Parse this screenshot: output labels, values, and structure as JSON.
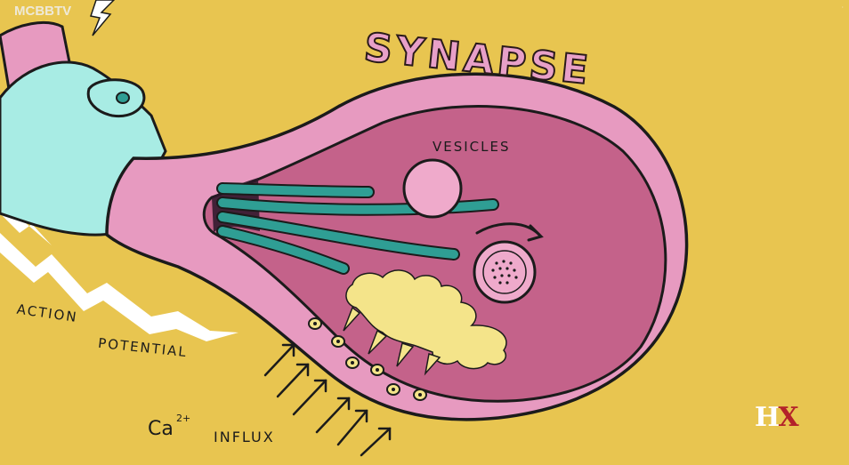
{
  "watermark": "MCBBTV",
  "title": "SYNAPSE",
  "labels": {
    "vesicles": "VESICLES",
    "action_potential_line1": "ACTION",
    "action_potential_line2": "POTENTIAL",
    "ca": "Ca",
    "ca_charge": "2+",
    "influx": "INFLUX"
  },
  "logo": {
    "h": "H",
    "x": "X"
  },
  "colors": {
    "background": "#e8c550",
    "membrane": "#e79ac0",
    "interior": "#c4628a",
    "filament": "#2f9e94",
    "axon_sheath": "#a8ece4",
    "vesicle": "#efaacb",
    "receptors": "#f4e48a",
    "outline": "#1b1b1b"
  },
  "icons": [
    "lightning-bolt-icon",
    "arrow-icon"
  ]
}
